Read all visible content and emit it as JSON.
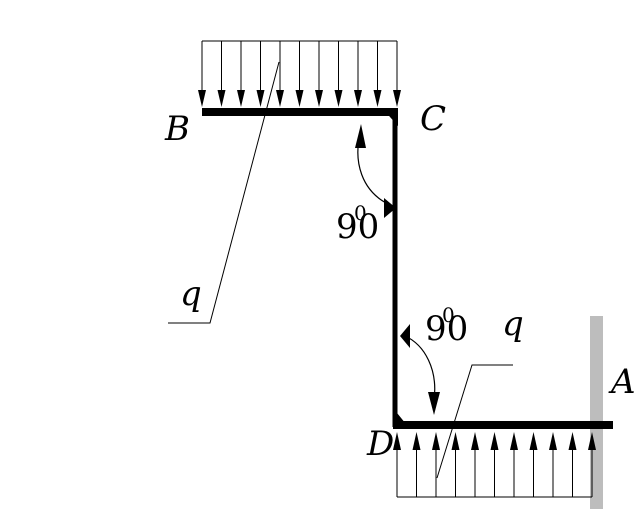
{
  "points": {
    "b": "B",
    "c": "C",
    "d": "D",
    "a": "A"
  },
  "loads": {
    "top_q": "q",
    "bottom_q": "q"
  },
  "angles": {
    "upper": {
      "value": "90",
      "unit": "0"
    },
    "lower": {
      "value": "90",
      "unit": "0"
    }
  },
  "colors": {
    "structure": "#000000",
    "wall": "#bdbdbd"
  }
}
